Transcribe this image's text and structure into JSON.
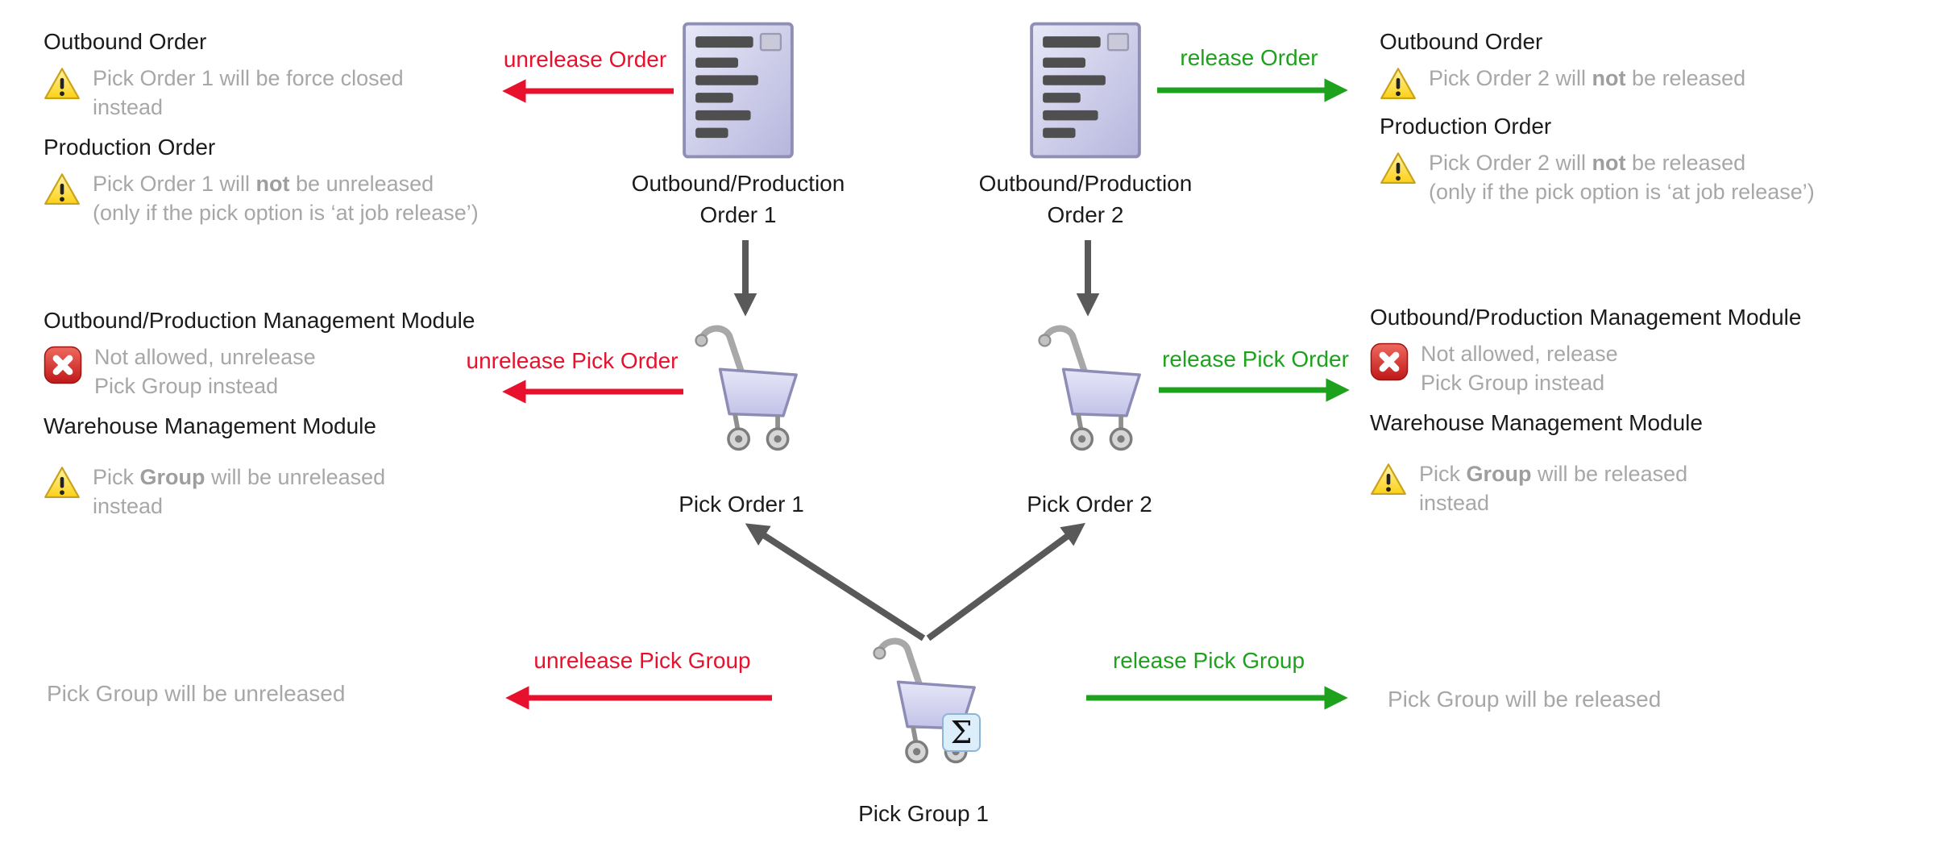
{
  "colors": {
    "red": "#e8112d",
    "green": "#1ea21e",
    "gray_arrow": "#595959",
    "gray_text": "#a7a7a7",
    "heading_text": "#1b1b1b",
    "warning_yellow": "#fcd116",
    "error_red": "#c01818"
  },
  "arrows": {
    "unrelease_order": "unrelease Order",
    "release_order": "release Order",
    "unrelease_pick_order": "unrelease Pick Order",
    "release_pick_order": "release Pick Order",
    "unrelease_pick_group": "unrelease Pick Group",
    "release_pick_group": "release Pick Group"
  },
  "nodes": {
    "doc1": {
      "label_line1": "Outbound/Production",
      "label_line2": "Order 1"
    },
    "doc2": {
      "label_line1": "Outbound/Production",
      "label_line2": "Order 2"
    },
    "cart1": {
      "label": "Pick Order 1"
    },
    "cart2": {
      "label": "Pick Order 2"
    },
    "group": {
      "label": "Pick Group 1",
      "sigma": "Σ"
    }
  },
  "panels": {
    "top_left": {
      "heading1": "Outbound Order",
      "note1_l1": "Pick Order 1 will be force closed",
      "note1_l2": "instead",
      "heading2": "Production Order",
      "note2_pre": "Pick Order 1 will ",
      "note2_bold": "not",
      "note2_post": " be unreleased",
      "note2_l2": "(only if the pick option is ‘at job release’)"
    },
    "top_right": {
      "heading1": "Outbound Order",
      "note1_pre": "Pick Order 2 will ",
      "note1_bold": "not",
      "note1_post": " be released",
      "heading2": "Production Order",
      "note2_pre": "Pick Order 2 will ",
      "note2_bold": "not",
      "note2_post": " be released",
      "note2_l2": "(only if the pick option is ‘at job release’)"
    },
    "mid_left": {
      "heading1": "Outbound/Production Management Module",
      "note1_l1": "Not allowed, unrelease",
      "note1_l2": "Pick Group instead",
      "heading2": "Warehouse Management Module",
      "note2_pre": "Pick ",
      "note2_bold": "Group",
      "note2_post": " will be unreleased",
      "note2_l2": "instead"
    },
    "mid_right": {
      "heading1": "Outbound/Production Management Module",
      "note1_l1": "Not allowed, release",
      "note1_l2": "Pick Group instead",
      "heading2": "Warehouse Management Module",
      "note2_pre": "Pick ",
      "note2_bold": "Group",
      "note2_post": " will be released",
      "note2_l2": "instead"
    },
    "bottom_left": {
      "text": "Pick Group will be unreleased"
    },
    "bottom_right": {
      "text": "Pick Group will be released"
    }
  }
}
